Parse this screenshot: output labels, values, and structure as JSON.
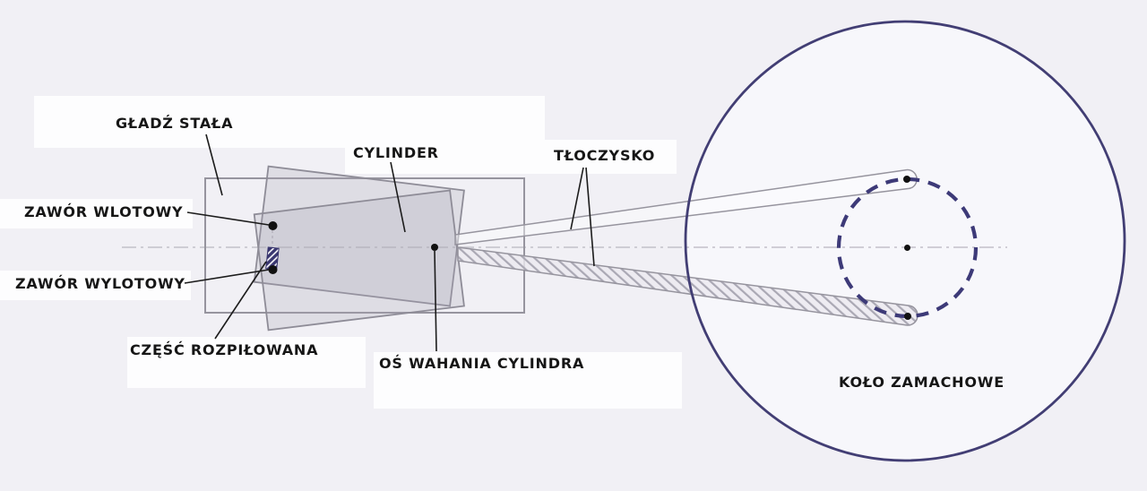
{
  "diagram": {
    "labels": {
      "gladz_stala": "GŁADŹ STAŁA",
      "cylinder": "CYLINDER",
      "tloczysko": "TŁOCZYSKO",
      "zawor_wlotowy": "ZAWÓR WLOTOWY",
      "zawor_wylotowy": "ZAWÓR WYLOTOWY",
      "czesc_rozpilowana": "CZĘŚĆ ROZPIŁOWANA",
      "os_wahania_cylindra": "OŚ WAHANIA CYLINDRA",
      "kolo_zamachowe": "KOŁO ZAMACHOWE"
    },
    "colors": {
      "ink": "#161616",
      "pencil_gray": "#96949e",
      "navy": "#3d3a78",
      "flywheel_stroke": "#423e74",
      "background": "#f1f0f5",
      "label_chip": "#fdfdfe",
      "centerline": "#c3c1ca"
    }
  }
}
